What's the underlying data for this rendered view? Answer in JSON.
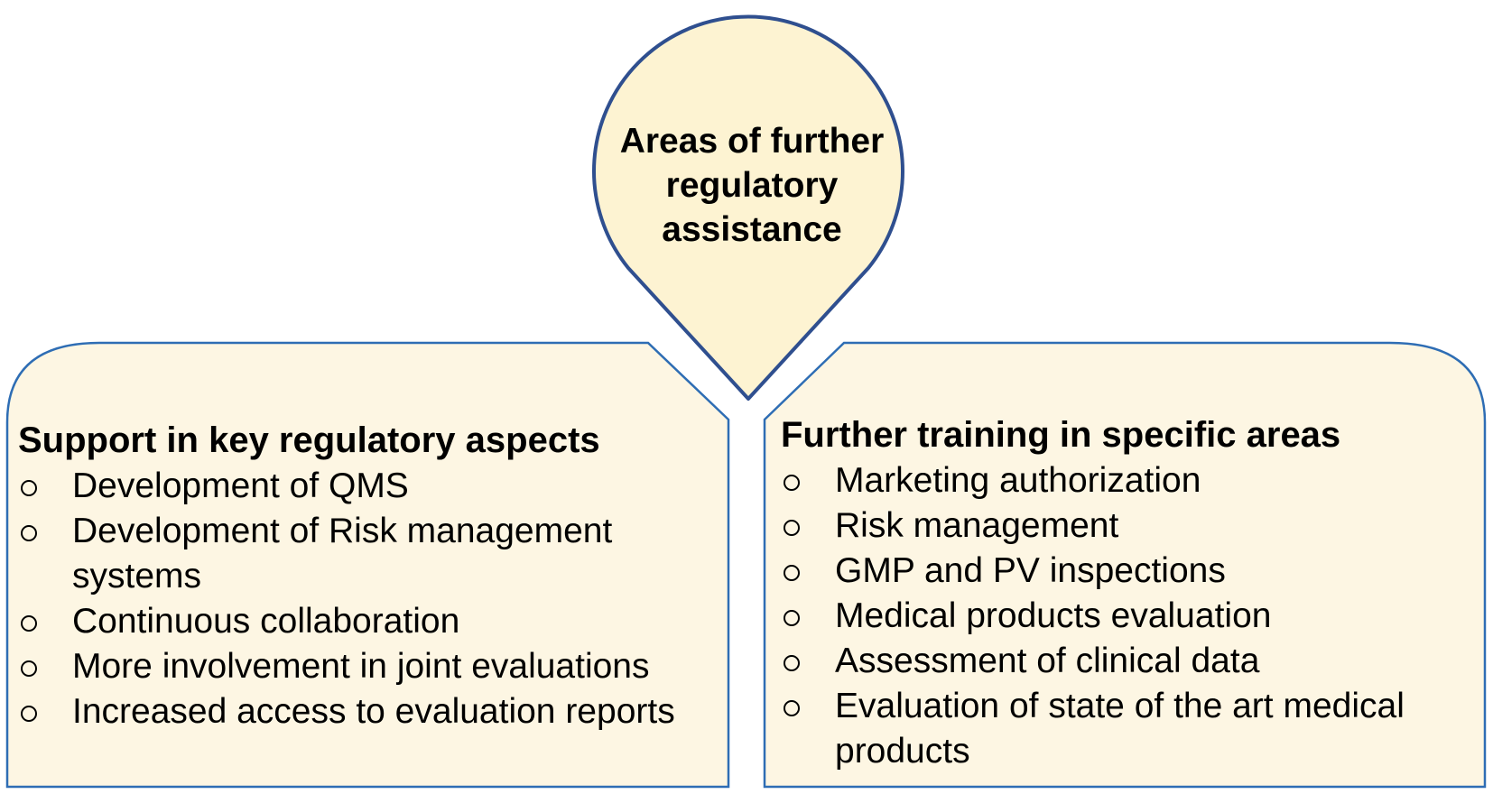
{
  "diagram": {
    "colors": {
      "fill": "#fdf6e3",
      "hub_fill": "#fdf3d2",
      "hub_stroke": "#2f4f8f",
      "panel_stroke": "#2e6db4"
    },
    "hub": {
      "title": "Areas of further regulatory assistance"
    },
    "left_panel": {
      "heading": "Support in key regulatory aspects",
      "items": [
        "Development of QMS",
        "Development of Risk management systems",
        "Continuous collaboration",
        "More involvement in joint evaluations",
        "Increased access to evaluation reports"
      ]
    },
    "right_panel": {
      "heading": "Further training in specific areas",
      "items": [
        "Marketing authorization",
        "Risk management",
        "GMP and PV inspections",
        "Medical products evaluation",
        "Assessment of clinical data",
        "Evaluation of state of the art medical products"
      ]
    }
  }
}
